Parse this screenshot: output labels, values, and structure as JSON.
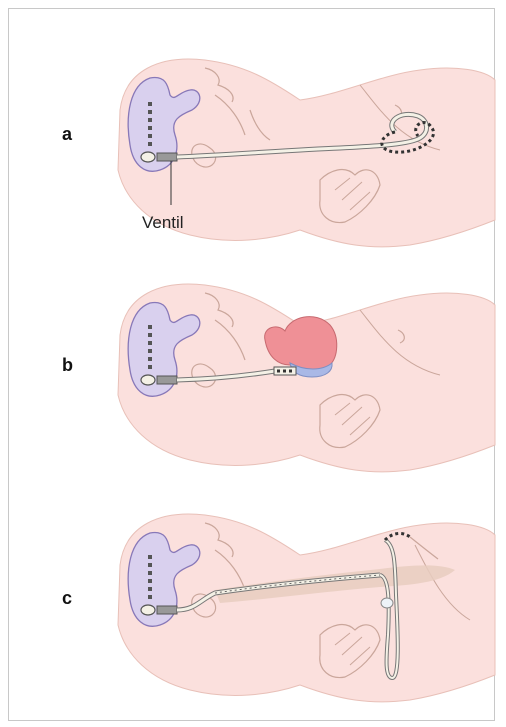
{
  "panels": [
    {
      "label": "a",
      "callout": "Ventil"
    },
    {
      "label": "b"
    },
    {
      "label": "c"
    }
  ],
  "colors": {
    "skin": "#fbe0dd",
    "skin_outline": "#e8c0b8",
    "ventricle": "#d9d0ee",
    "ventricle_outline": "#8878b8",
    "catheter": "#f4f1e6",
    "catheter_outline": "#777777",
    "heart": "#ef9096",
    "atrium": "#a9b8e6",
    "drainage_tract": "#e8cdbf"
  }
}
